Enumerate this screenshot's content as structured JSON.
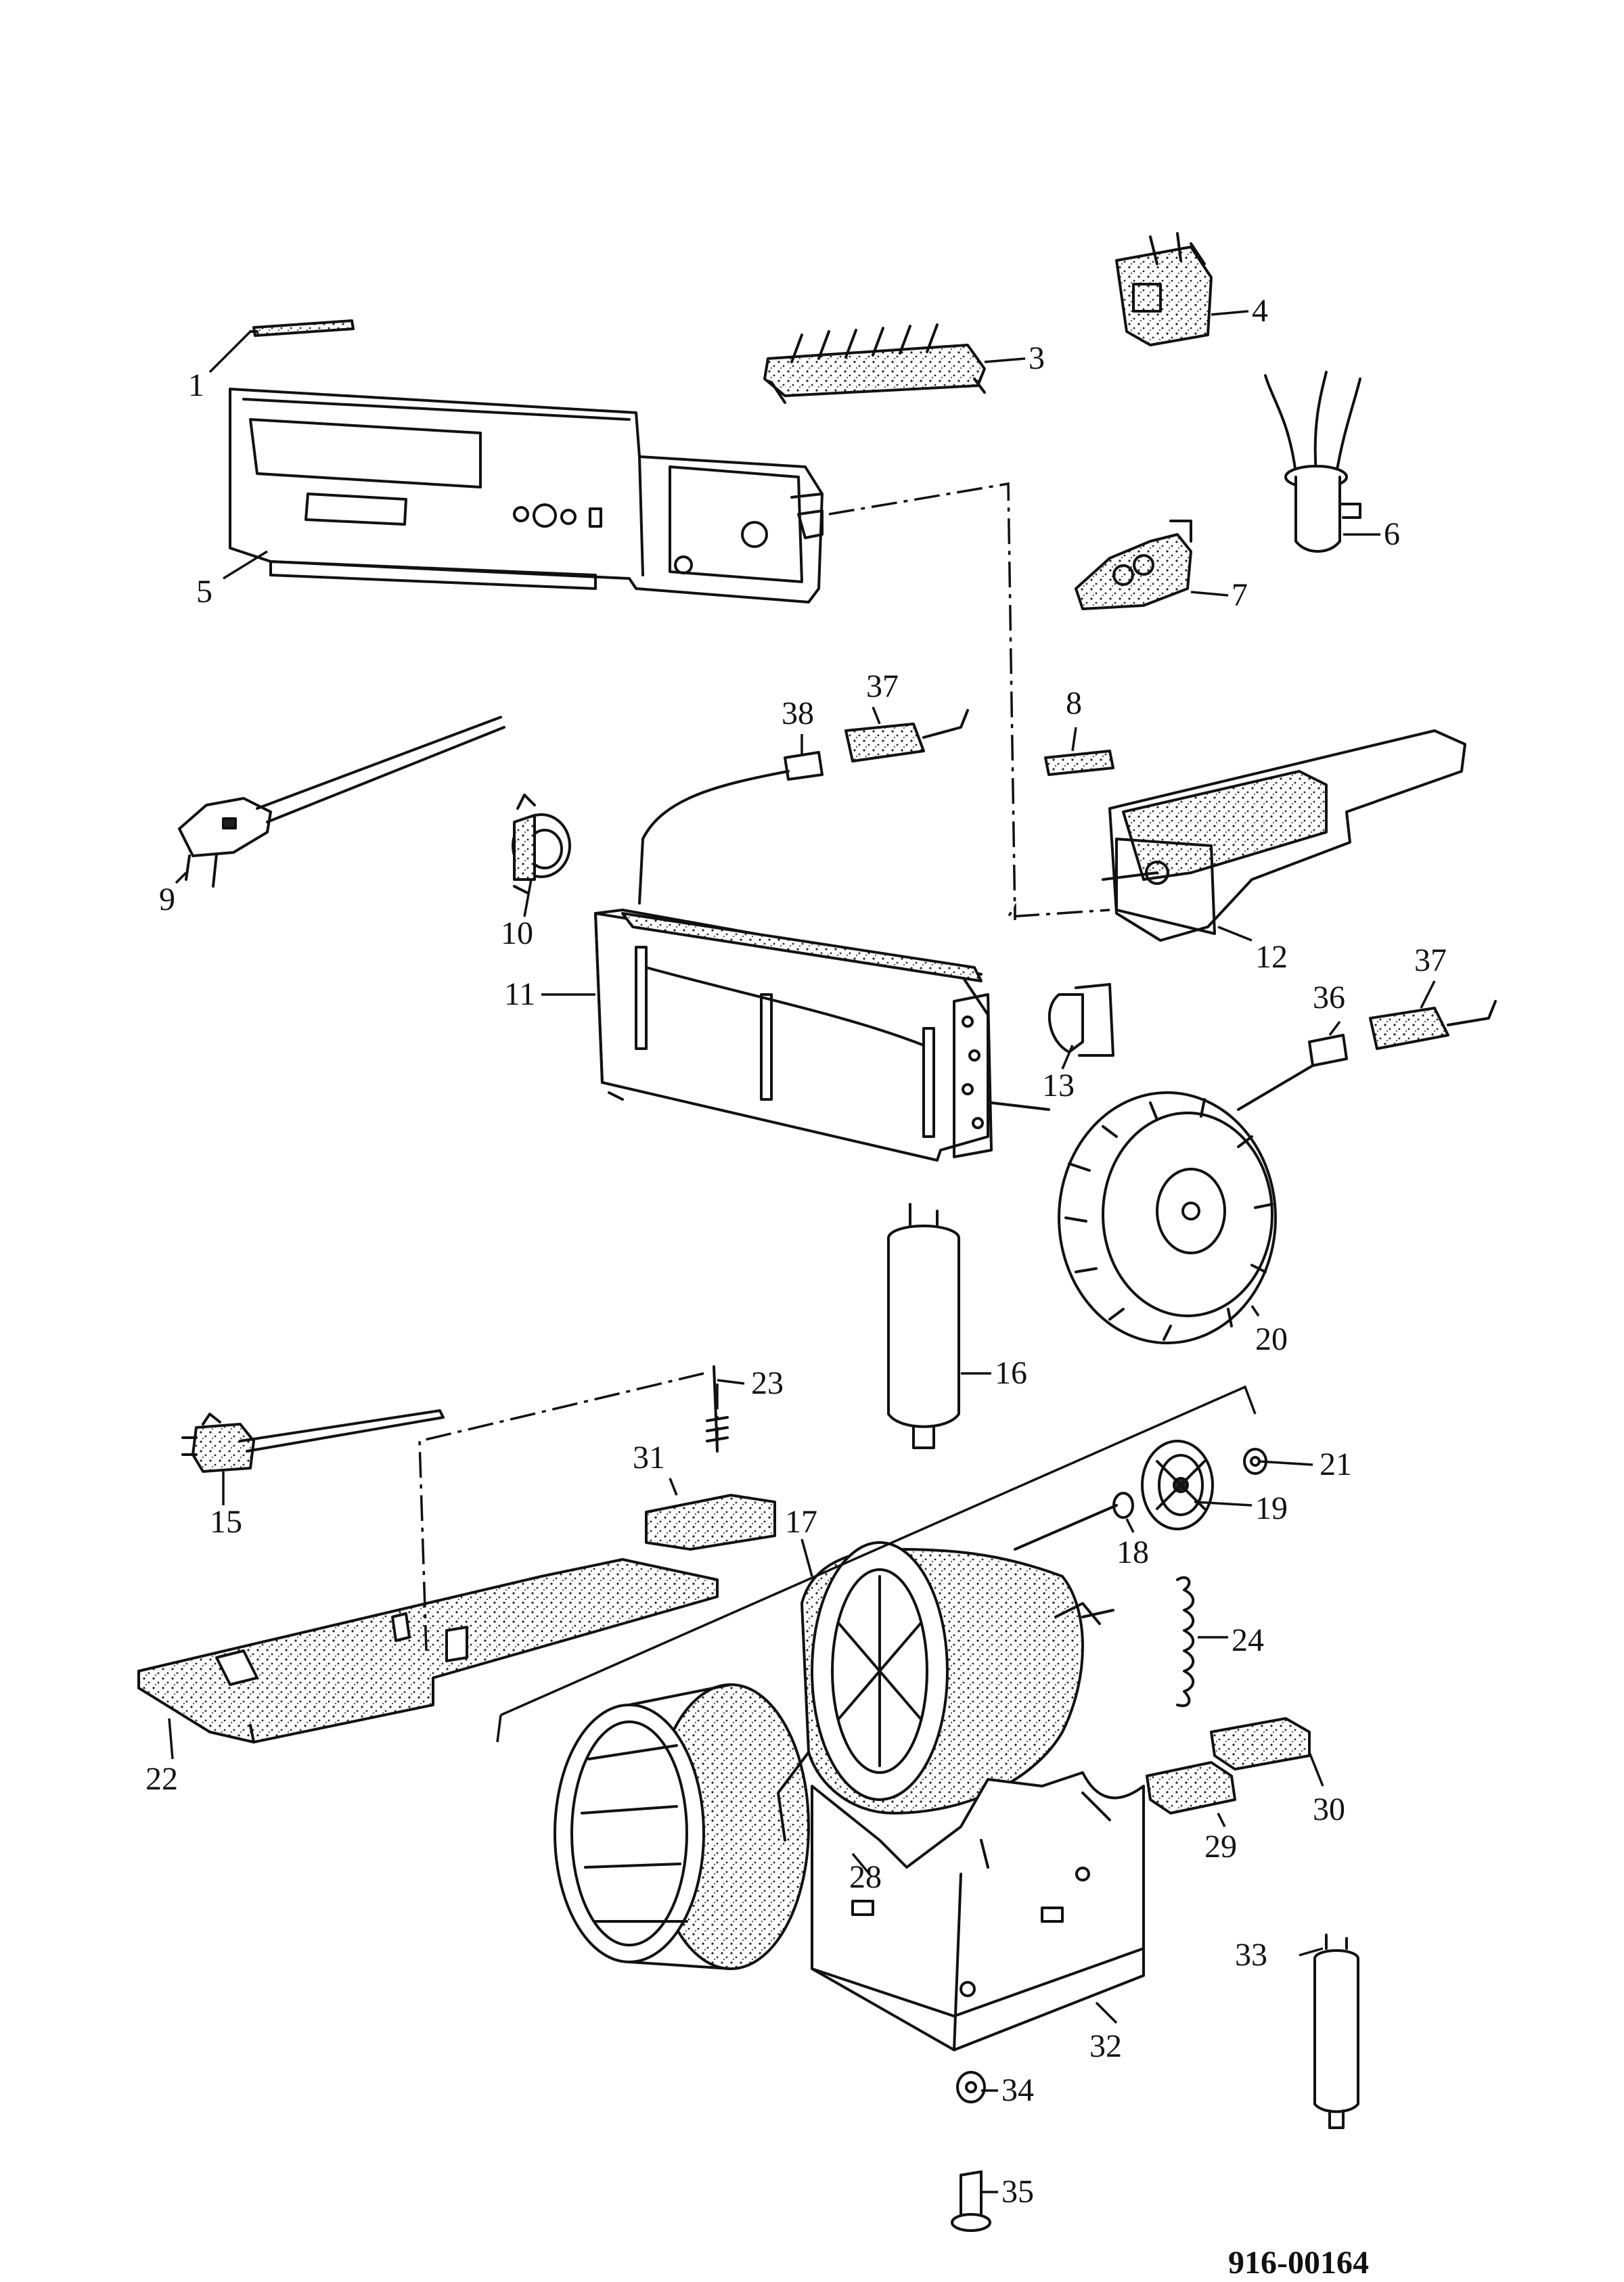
{
  "diagram": {
    "callouts": [
      "1",
      "3",
      "4",
      "5",
      "6",
      "7",
      "8",
      "9",
      "10",
      "11",
      "12",
      "13",
      "15",
      "16",
      "17",
      "18",
      "19",
      "20",
      "21",
      "22",
      "23",
      "24",
      "28",
      "29",
      "30",
      "31",
      "32",
      "33",
      "34",
      "35",
      "36",
      "37",
      "37",
      "38"
    ],
    "document_number": "916-00164"
  }
}
